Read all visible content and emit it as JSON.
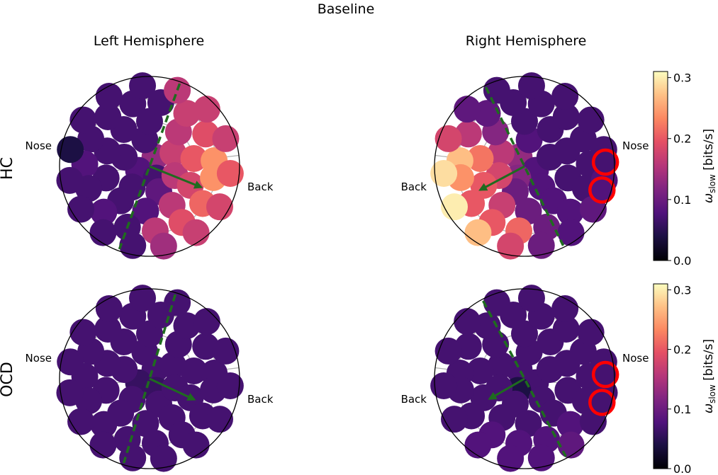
{
  "figure": {
    "title": "Baseline",
    "col_titles": [
      "Left Hemisphere",
      "Right Hemisphere"
    ],
    "row_labels": [
      "HC",
      "OCD"
    ],
    "colorbar": {
      "label_main": "ω",
      "label_sub": "slow",
      "label_units": "[bits/s]",
      "ticks": [
        "0.0",
        "0.1",
        "0.2",
        "0.3"
      ],
      "range": [
        0.0,
        0.31
      ],
      "colormap": "magma"
    },
    "orientation_labels": {
      "nose": "Nose",
      "back": "Back"
    },
    "highlight_color": "#ff0000",
    "axis_line_color": "#1f6b1f"
  },
  "chart_data": [
    {
      "type": "scatter",
      "panel": "HC - Left Hemisphere",
      "row": "HC",
      "hemisphere": "Left Hemisphere",
      "nose_side": "left",
      "channels_polar": [
        {
          "r": 0.12,
          "theta": 60,
          "value": 0.13
        },
        {
          "r": 0.13,
          "theta": 200,
          "value": 0.08
        },
        {
          "r": 0.15,
          "theta": 300,
          "value": 0.07
        },
        {
          "r": 0.3,
          "theta": 30,
          "value": 0.17
        },
        {
          "r": 0.3,
          "theta": 100,
          "value": 0.07
        },
        {
          "r": 0.3,
          "theta": 160,
          "value": 0.07
        },
        {
          "r": 0.3,
          "theta": 230,
          "value": 0.07
        },
        {
          "r": 0.3,
          "theta": 290,
          "value": 0.09
        },
        {
          "r": 0.3,
          "theta": 340,
          "value": 0.16
        },
        {
          "r": 0.5,
          "theta": 10,
          "value": 0.2
        },
        {
          "r": 0.5,
          "theta": 50,
          "value": 0.16
        },
        {
          "r": 0.5,
          "theta": 90,
          "value": 0.07
        },
        {
          "r": 0.5,
          "theta": 125,
          "value": 0.07
        },
        {
          "r": 0.5,
          "theta": 160,
          "value": 0.07
        },
        {
          "r": 0.5,
          "theta": 195,
          "value": 0.07
        },
        {
          "r": 0.5,
          "theta": 230,
          "value": 0.07
        },
        {
          "r": 0.5,
          "theta": 265,
          "value": 0.08
        },
        {
          "r": 0.5,
          "theta": 300,
          "value": 0.16
        },
        {
          "r": 0.5,
          "theta": 335,
          "value": 0.18
        },
        {
          "r": 0.72,
          "theta": 5,
          "value": 0.24
        },
        {
          "r": 0.72,
          "theta": 30,
          "value": 0.19
        },
        {
          "r": 0.72,
          "theta": 55,
          "value": 0.17
        },
        {
          "r": 0.72,
          "theta": 80,
          "value": 0.07
        },
        {
          "r": 0.72,
          "theta": 105,
          "value": 0.07
        },
        {
          "r": 0.72,
          "theta": 130,
          "value": 0.07
        },
        {
          "r": 0.72,
          "theta": 155,
          "value": 0.07
        },
        {
          "r": 0.72,
          "theta": 178,
          "value": 0.08
        },
        {
          "r": 0.72,
          "theta": 200,
          "value": 0.07
        },
        {
          "r": 0.72,
          "theta": 225,
          "value": 0.08
        },
        {
          "r": 0.72,
          "theta": 250,
          "value": 0.07
        },
        {
          "r": 0.72,
          "theta": 275,
          "value": 0.16
        },
        {
          "r": 0.72,
          "theta": 300,
          "value": 0.19
        },
        {
          "r": 0.72,
          "theta": 325,
          "value": 0.21
        },
        {
          "r": 0.72,
          "theta": 350,
          "value": 0.24
        },
        {
          "r": 0.9,
          "theta": 20,
          "value": 0.17
        },
        {
          "r": 0.9,
          "theta": 45,
          "value": 0.17
        },
        {
          "r": 0.9,
          "theta": 70,
          "value": 0.16
        },
        {
          "r": 0.9,
          "theta": 95,
          "value": 0.07
        },
        {
          "r": 0.9,
          "theta": 120,
          "value": 0.07
        },
        {
          "r": 0.9,
          "theta": 145,
          "value": 0.07
        },
        {
          "r": 0.9,
          "theta": 168,
          "value": 0.04
        },
        {
          "r": 0.9,
          "theta": 190,
          "value": 0.07
        },
        {
          "r": 0.9,
          "theta": 212,
          "value": 0.07
        },
        {
          "r": 0.9,
          "theta": 235,
          "value": 0.07
        },
        {
          "r": 0.9,
          "theta": 258,
          "value": 0.07
        },
        {
          "r": 0.9,
          "theta": 280,
          "value": 0.14
        },
        {
          "r": 0.9,
          "theta": 305,
          "value": 0.17
        },
        {
          "r": 0.9,
          "theta": 330,
          "value": 0.18
        },
        {
          "r": 0.9,
          "theta": 355,
          "value": 0.2
        }
      ],
      "gradient_arrow": {
        "angle": 338,
        "length": 0.62
      },
      "dashed_line_angle": 70,
      "highlighted": []
    },
    {
      "type": "scatter",
      "panel": "HC - Right Hemisphere",
      "row": "HC",
      "hemisphere": "Right Hemisphere",
      "nose_side": "right",
      "channels_polar": [
        {
          "r": 0.12,
          "theta": 120,
          "value": 0.13
        },
        {
          "r": 0.13,
          "theta": 340,
          "value": 0.08
        },
        {
          "r": 0.15,
          "theta": 240,
          "value": 0.12
        },
        {
          "r": 0.3,
          "theta": 150,
          "value": 0.16
        },
        {
          "r": 0.3,
          "theta": 80,
          "value": 0.08
        },
        {
          "r": 0.3,
          "theta": 20,
          "value": 0.07
        },
        {
          "r": 0.3,
          "theta": 310,
          "value": 0.08
        },
        {
          "r": 0.3,
          "theta": 250,
          "value": 0.1
        },
        {
          "r": 0.3,
          "theta": 200,
          "value": 0.18
        },
        {
          "r": 0.5,
          "theta": 170,
          "value": 0.22
        },
        {
          "r": 0.5,
          "theta": 130,
          "value": 0.12
        },
        {
          "r": 0.5,
          "theta": 90,
          "value": 0.07
        },
        {
          "r": 0.5,
          "theta": 55,
          "value": 0.07
        },
        {
          "r": 0.5,
          "theta": 20,
          "value": 0.07
        },
        {
          "r": 0.5,
          "theta": 345,
          "value": 0.07
        },
        {
          "r": 0.5,
          "theta": 310,
          "value": 0.08
        },
        {
          "r": 0.5,
          "theta": 275,
          "value": 0.1
        },
        {
          "r": 0.5,
          "theta": 240,
          "value": 0.17
        },
        {
          "r": 0.5,
          "theta": 205,
          "value": 0.2
        },
        {
          "r": 0.72,
          "theta": 175,
          "value": 0.27
        },
        {
          "r": 0.72,
          "theta": 150,
          "value": 0.16
        },
        {
          "r": 0.72,
          "theta": 125,
          "value": 0.09
        },
        {
          "r": 0.72,
          "theta": 100,
          "value": 0.07
        },
        {
          "r": 0.72,
          "theta": 75,
          "value": 0.07
        },
        {
          "r": 0.72,
          "theta": 50,
          "value": 0.07
        },
        {
          "r": 0.72,
          "theta": 25,
          "value": 0.07
        },
        {
          "r": 0.72,
          "theta": 2,
          "value": 0.07
        },
        {
          "r": 0.72,
          "theta": 340,
          "value": 0.07
        },
        {
          "r": 0.72,
          "theta": 315,
          "value": 0.08
        },
        {
          "r": 0.72,
          "theta": 290,
          "value": 0.1
        },
        {
          "r": 0.72,
          "theta": 265,
          "value": 0.21
        },
        {
          "r": 0.72,
          "theta": 240,
          "value": 0.2
        },
        {
          "r": 0.72,
          "theta": 215,
          "value": 0.2
        },
        {
          "r": 0.72,
          "theta": 190,
          "value": 0.24
        },
        {
          "r": 0.9,
          "theta": 160,
          "value": 0.18
        },
        {
          "r": 0.9,
          "theta": 135,
          "value": 0.09
        },
        {
          "r": 0.9,
          "theta": 110,
          "value": 0.07
        },
        {
          "r": 0.9,
          "theta": 85,
          "value": 0.07
        },
        {
          "r": 0.9,
          "theta": 60,
          "value": 0.07
        },
        {
          "r": 0.9,
          "theta": 35,
          "value": 0.07
        },
        {
          "r": 0.9,
          "theta": 12,
          "value": 0.07
        },
        {
          "r": 0.9,
          "theta": 350,
          "value": 0.08
        },
        {
          "r": 0.9,
          "theta": 328,
          "value": 0.09
        },
        {
          "r": 0.9,
          "theta": 305,
          "value": 0.08
        },
        {
          "r": 0.9,
          "theta": 282,
          "value": 0.1
        },
        {
          "r": 0.9,
          "theta": 260,
          "value": 0.18
        },
        {
          "r": 0.9,
          "theta": 235,
          "value": 0.27
        },
        {
          "r": 0.9,
          "theta": 210,
          "value": 0.3
        },
        {
          "r": 0.9,
          "theta": 185,
          "value": 0.29
        }
      ],
      "gradient_arrow": {
        "angle": 208,
        "length": 0.56
      },
      "dashed_line_angle": 116,
      "highlighted": [
        {
          "r": 0.9,
          "theta": 3,
          "value": 0.07
        },
        {
          "r": 0.9,
          "theta": 343,
          "value": 0.08
        }
      ]
    },
    {
      "type": "scatter",
      "panel": "OCD - Left Hemisphere",
      "row": "OCD",
      "hemisphere": "Left Hemisphere",
      "nose_side": "left",
      "channels_polar": [
        {
          "r": 0.12,
          "theta": 60,
          "value": 0.07
        },
        {
          "r": 0.13,
          "theta": 200,
          "value": 0.06
        },
        {
          "r": 0.15,
          "theta": 300,
          "value": 0.06
        },
        {
          "r": 0.3,
          "theta": 30,
          "value": 0.07
        },
        {
          "r": 0.3,
          "theta": 100,
          "value": 0.07
        },
        {
          "r": 0.3,
          "theta": 160,
          "value": 0.07
        },
        {
          "r": 0.3,
          "theta": 230,
          "value": 0.07
        },
        {
          "r": 0.3,
          "theta": 290,
          "value": 0.07
        },
        {
          "r": 0.3,
          "theta": 340,
          "value": 0.07
        },
        {
          "r": 0.5,
          "theta": 10,
          "value": 0.07
        },
        {
          "r": 0.5,
          "theta": 50,
          "value": 0.07
        },
        {
          "r": 0.5,
          "theta": 90,
          "value": 0.07
        },
        {
          "r": 0.5,
          "theta": 125,
          "value": 0.07
        },
        {
          "r": 0.5,
          "theta": 160,
          "value": 0.07
        },
        {
          "r": 0.5,
          "theta": 195,
          "value": 0.07
        },
        {
          "r": 0.5,
          "theta": 230,
          "value": 0.07
        },
        {
          "r": 0.5,
          "theta": 265,
          "value": 0.07
        },
        {
          "r": 0.5,
          "theta": 300,
          "value": 0.07
        },
        {
          "r": 0.5,
          "theta": 335,
          "value": 0.07
        },
        {
          "r": 0.72,
          "theta": 5,
          "value": 0.07
        },
        {
          "r": 0.72,
          "theta": 30,
          "value": 0.07
        },
        {
          "r": 0.72,
          "theta": 55,
          "value": 0.07
        },
        {
          "r": 0.72,
          "theta": 80,
          "value": 0.07
        },
        {
          "r": 0.72,
          "theta": 105,
          "value": 0.07
        },
        {
          "r": 0.72,
          "theta": 130,
          "value": 0.07
        },
        {
          "r": 0.72,
          "theta": 155,
          "value": 0.07
        },
        {
          "r": 0.72,
          "theta": 178,
          "value": 0.07
        },
        {
          "r": 0.72,
          "theta": 200,
          "value": 0.07
        },
        {
          "r": 0.72,
          "theta": 225,
          "value": 0.07
        },
        {
          "r": 0.72,
          "theta": 250,
          "value": 0.07
        },
        {
          "r": 0.72,
          "theta": 275,
          "value": 0.07
        },
        {
          "r": 0.72,
          "theta": 300,
          "value": 0.07
        },
        {
          "r": 0.72,
          "theta": 325,
          "value": 0.07
        },
        {
          "r": 0.72,
          "theta": 350,
          "value": 0.07
        },
        {
          "r": 0.9,
          "theta": 20,
          "value": 0.07
        },
        {
          "r": 0.9,
          "theta": 45,
          "value": 0.07
        },
        {
          "r": 0.9,
          "theta": 70,
          "value": 0.07
        },
        {
          "r": 0.9,
          "theta": 95,
          "value": 0.07
        },
        {
          "r": 0.9,
          "theta": 120,
          "value": 0.07
        },
        {
          "r": 0.9,
          "theta": 145,
          "value": 0.07
        },
        {
          "r": 0.9,
          "theta": 168,
          "value": 0.07
        },
        {
          "r": 0.9,
          "theta": 190,
          "value": 0.07
        },
        {
          "r": 0.9,
          "theta": 212,
          "value": 0.07
        },
        {
          "r": 0.9,
          "theta": 235,
          "value": 0.07
        },
        {
          "r": 0.9,
          "theta": 258,
          "value": 0.07
        },
        {
          "r": 0.9,
          "theta": 280,
          "value": 0.07
        },
        {
          "r": 0.9,
          "theta": 305,
          "value": 0.07
        },
        {
          "r": 0.9,
          "theta": 330,
          "value": 0.07
        },
        {
          "r": 0.9,
          "theta": 355,
          "value": 0.07
        }
      ],
      "gradient_arrow": {
        "angle": 335,
        "length": 0.55
      },
      "dashed_line_angle": 73,
      "highlighted": []
    },
    {
      "type": "scatter",
      "panel": "OCD - Right Hemisphere",
      "row": "OCD",
      "hemisphere": "Right Hemisphere",
      "nose_side": "right",
      "channels_polar": [
        {
          "r": 0.12,
          "theta": 120,
          "value": 0.07
        },
        {
          "r": 0.13,
          "theta": 340,
          "value": 0.07
        },
        {
          "r": 0.15,
          "theta": 240,
          "value": 0.04
        },
        {
          "r": 0.3,
          "theta": 150,
          "value": 0.07
        },
        {
          "r": 0.3,
          "theta": 80,
          "value": 0.07
        },
        {
          "r": 0.3,
          "theta": 20,
          "value": 0.07
        },
        {
          "r": 0.3,
          "theta": 310,
          "value": 0.07
        },
        {
          "r": 0.3,
          "theta": 250,
          "value": 0.07
        },
        {
          "r": 0.3,
          "theta": 200,
          "value": 0.07
        },
        {
          "r": 0.5,
          "theta": 170,
          "value": 0.07
        },
        {
          "r": 0.5,
          "theta": 130,
          "value": 0.07
        },
        {
          "r": 0.5,
          "theta": 90,
          "value": 0.07
        },
        {
          "r": 0.5,
          "theta": 55,
          "value": 0.07
        },
        {
          "r": 0.5,
          "theta": 20,
          "value": 0.07
        },
        {
          "r": 0.5,
          "theta": 345,
          "value": 0.07
        },
        {
          "r": 0.5,
          "theta": 310,
          "value": 0.07
        },
        {
          "r": 0.5,
          "theta": 275,
          "value": 0.07
        },
        {
          "r": 0.5,
          "theta": 240,
          "value": 0.07
        },
        {
          "r": 0.5,
          "theta": 205,
          "value": 0.07
        },
        {
          "r": 0.72,
          "theta": 175,
          "value": 0.07
        },
        {
          "r": 0.72,
          "theta": 150,
          "value": 0.07
        },
        {
          "r": 0.72,
          "theta": 125,
          "value": 0.07
        },
        {
          "r": 0.72,
          "theta": 100,
          "value": 0.07
        },
        {
          "r": 0.72,
          "theta": 75,
          "value": 0.07
        },
        {
          "r": 0.72,
          "theta": 50,
          "value": 0.07
        },
        {
          "r": 0.72,
          "theta": 25,
          "value": 0.07
        },
        {
          "r": 0.72,
          "theta": 2,
          "value": 0.07
        },
        {
          "r": 0.72,
          "theta": 340,
          "value": 0.07
        },
        {
          "r": 0.72,
          "theta": 315,
          "value": 0.08
        },
        {
          "r": 0.72,
          "theta": 290,
          "value": 0.08
        },
        {
          "r": 0.72,
          "theta": 265,
          "value": 0.08
        },
        {
          "r": 0.72,
          "theta": 240,
          "value": 0.08
        },
        {
          "r": 0.72,
          "theta": 215,
          "value": 0.07
        },
        {
          "r": 0.72,
          "theta": 190,
          "value": 0.07
        },
        {
          "r": 0.9,
          "theta": 160,
          "value": 0.07
        },
        {
          "r": 0.9,
          "theta": 135,
          "value": 0.07
        },
        {
          "r": 0.9,
          "theta": 110,
          "value": 0.07
        },
        {
          "r": 0.9,
          "theta": 85,
          "value": 0.07
        },
        {
          "r": 0.9,
          "theta": 60,
          "value": 0.07
        },
        {
          "r": 0.9,
          "theta": 35,
          "value": 0.07
        },
        {
          "r": 0.9,
          "theta": 12,
          "value": 0.07
        },
        {
          "r": 0.9,
          "theta": 350,
          "value": 0.07
        },
        {
          "r": 0.9,
          "theta": 328,
          "value": 0.07
        },
        {
          "r": 0.9,
          "theta": 305,
          "value": 0.09
        },
        {
          "r": 0.9,
          "theta": 282,
          "value": 0.08
        },
        {
          "r": 0.9,
          "theta": 260,
          "value": 0.08
        },
        {
          "r": 0.9,
          "theta": 235,
          "value": 0.08
        },
        {
          "r": 0.9,
          "theta": 210,
          "value": 0.07
        },
        {
          "r": 0.9,
          "theta": 185,
          "value": 0.07
        }
      ],
      "gradient_arrow": {
        "angle": 210,
        "length": 0.45
      },
      "dashed_line_angle": 118,
      "highlighted": [
        {
          "r": 0.9,
          "theta": 3,
          "value": 0.07
        },
        {
          "r": 0.9,
          "theta": 343,
          "value": 0.07
        }
      ]
    }
  ]
}
